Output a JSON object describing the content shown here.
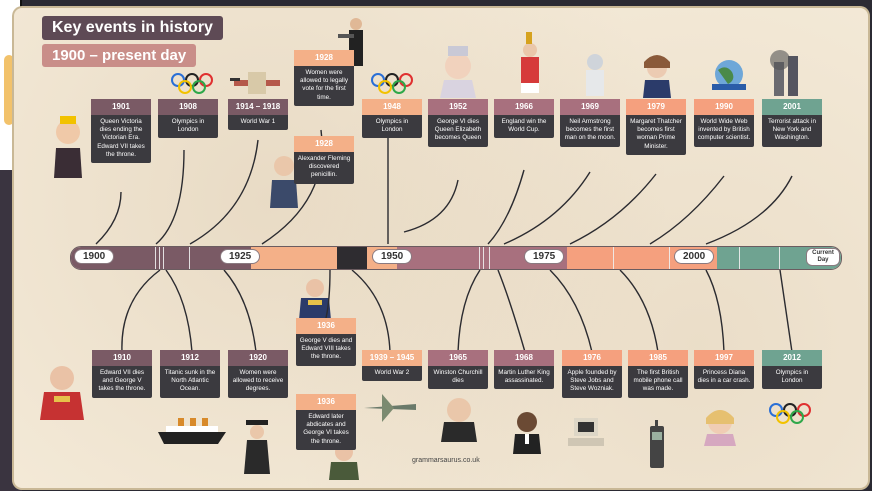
{
  "title": "Key events in history",
  "subtitle": "1900 – present day",
  "axis_labels": [
    "1900",
    "1925",
    "1950",
    "1975",
    "2000"
  ],
  "current_day": "Current Day",
  "credit": "grammarsaurus.co.uk",
  "colors": {
    "early": "#7a5a65",
    "warm": "#f4b088",
    "mid": "#a8707e",
    "peach": "#f5a07e",
    "green": "#6fa391",
    "dark": "#3b3a3f"
  },
  "top_events": [
    {
      "year": "1901",
      "text": "Queen Victoria dies ending the Victorian Era. Edward VII takes the throne."
    },
    {
      "year": "1908",
      "text": "Olympics in London"
    },
    {
      "year": "1914 – 1918",
      "text": "World War 1"
    },
    {
      "year": "1928",
      "text": "Women were allowed to legally vote for the first time."
    },
    {
      "year": "1928",
      "text": "Alexander Fleming discovered penicillin."
    },
    {
      "year": "1948",
      "text": "Olympics in London"
    },
    {
      "year": "1952",
      "text": "George VI dies Queen Elizabeth becomes Queen"
    },
    {
      "year": "1966",
      "text": "England win the World Cup."
    },
    {
      "year": "1969",
      "text": "Neil Armstrong becomes the first man on the moon."
    },
    {
      "year": "1979",
      "text": "Margaret Thatcher becomes first woman Prime Minister."
    },
    {
      "year": "1990",
      "text": "World Wide Web invented by British computer scientist."
    },
    {
      "year": "2001",
      "text": "Terrorist attack in New York and Washington."
    }
  ],
  "bottom_events": [
    {
      "year": "1910",
      "text": "Edward VII dies and George V takes the throne."
    },
    {
      "year": "1912",
      "text": "Titanic sunk in the North Atlantic Ocean."
    },
    {
      "year": "1920",
      "text": "Women were allowed to receive degrees."
    },
    {
      "year": "1936",
      "text": "George V dies and Edward VIII takes the throne."
    },
    {
      "year": "1936",
      "text": "Edward later abdicates and George VI takes the throne."
    },
    {
      "year": "1939 – 1945",
      "text": "World War 2"
    },
    {
      "year": "1965",
      "text": "Winston Churchill dies"
    },
    {
      "year": "1968",
      "text": "Martin Luther King assassinated."
    },
    {
      "year": "1976",
      "text": "Apple founded by Steve Jobs and Steve Wozniak."
    },
    {
      "year": "1985",
      "text": "The first British mobile phone call was made."
    },
    {
      "year": "1997",
      "text": "Princess Diana dies in a car crash."
    },
    {
      "year": "2012",
      "text": "Olympics in London"
    }
  ]
}
